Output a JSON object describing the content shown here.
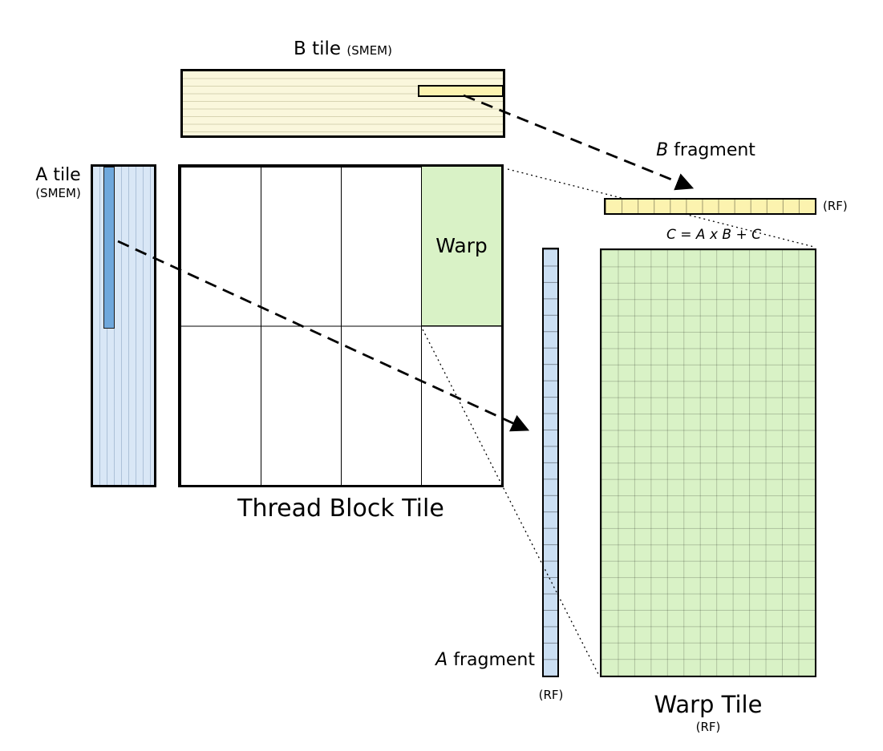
{
  "b_tile": {
    "label": "B tile",
    "mem": "(SMEM)"
  },
  "a_tile": {
    "label": "A tile",
    "mem": "(SMEM)"
  },
  "thread_block_tile": {
    "label": "Thread Block Tile",
    "warp": "Warp"
  },
  "b_fragment": {
    "prefix": "B",
    "suffix": " fragment",
    "rf": "(RF)"
  },
  "a_fragment": {
    "prefix": "A",
    "suffix": " fragment",
    "rf": "(RF)"
  },
  "warp_tile": {
    "label": "Warp Tile",
    "rf": "(RF)",
    "equation": "C = A x B + C"
  },
  "colors": {
    "b_tile_fill": "#FAF7DC",
    "b_fragment_fill": "#FCF3AF",
    "a_tile_fill": "#D9E7F6",
    "a_subtile_fill": "#6FA8DC",
    "a_fragment_fill": "#CBDFF3",
    "warp_fill": "#D9F2C6",
    "line": "#000000"
  }
}
